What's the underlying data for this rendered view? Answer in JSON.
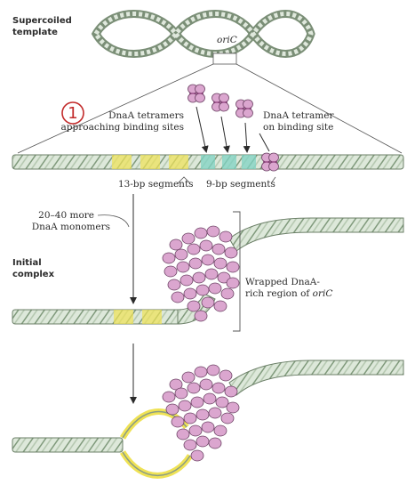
{
  "labels": {
    "supercoiled_1": "Supercoiled",
    "supercoiled_2": "template",
    "oric": "oriC",
    "step_number": "1",
    "tetramers_1": "DnaA tetramers",
    "tetramers_2": "approaching binding sites",
    "bound_1": "DnaA tetramer",
    "bound_2": "on binding site",
    "seg13": "13-bp segments",
    "seg9": "9-bp segments",
    "more_1": "20–40 more",
    "more_2": "DnaA monomers",
    "initial_1": "Initial",
    "initial_2": "complex",
    "wrapped_1": "Wrapped DnaA-",
    "wrapped_2": "rich region of",
    "wrapped_oric": "oriC"
  },
  "colors": {
    "dna_fill": "#d9e4d6",
    "dna_stripe": "#8fa58a",
    "protein_fill": "#dba6cf",
    "protein_stroke": "#7d4f73",
    "at_yellow": "#efe255",
    "nine_bp_teal": "#7fd3c3",
    "step_red": "#c22a2a"
  }
}
